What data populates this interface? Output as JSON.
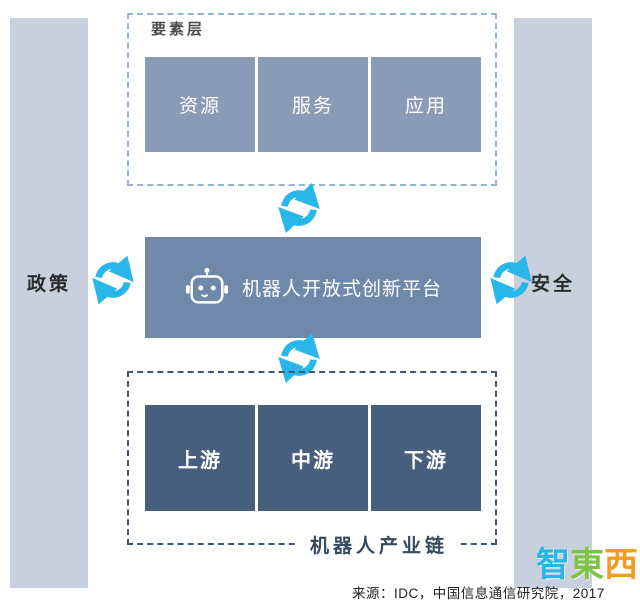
{
  "diagram": {
    "element_layer_label": "要素层",
    "element_boxes": [
      "资源",
      "服务",
      "应用"
    ],
    "platform_label": "机器人开放式创新平台",
    "policy_label": "政策",
    "security_label": "安全",
    "chain_boxes": [
      "上游",
      "中游",
      "下游"
    ],
    "chain_label": "机器人产业链",
    "source": "来源：IDC，中国信息通信研究院，2017",
    "watermark_chars": [
      "智",
      "東",
      "西"
    ]
  },
  "colors": {
    "side_bar": "#c7d0dc",
    "element_box": "#8a9bb7",
    "platform_box": "#7088a9",
    "chain_box": "#475f7d",
    "arrow": "#29b6e8",
    "top_dashed_border": "#8fb4d9",
    "bottom_dashed_border": "#3d5776",
    "watermark": [
      "#2ab5e8",
      "#7dc242",
      "#f59b22"
    ]
  }
}
